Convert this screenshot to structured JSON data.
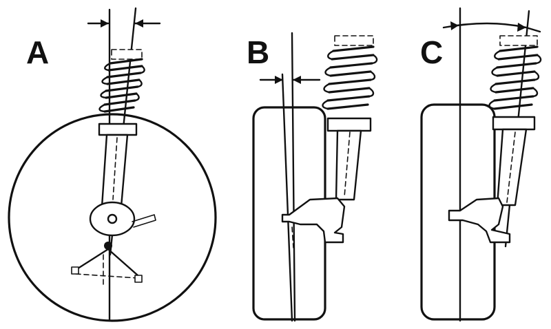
{
  "panels": [
    {
      "id": "A",
      "label": "A"
    },
    {
      "id": "B",
      "label": "B"
    },
    {
      "id": "C",
      "label": "C"
    }
  ],
  "colors": {
    "ink": "#111111",
    "paper": "#ffffff"
  }
}
